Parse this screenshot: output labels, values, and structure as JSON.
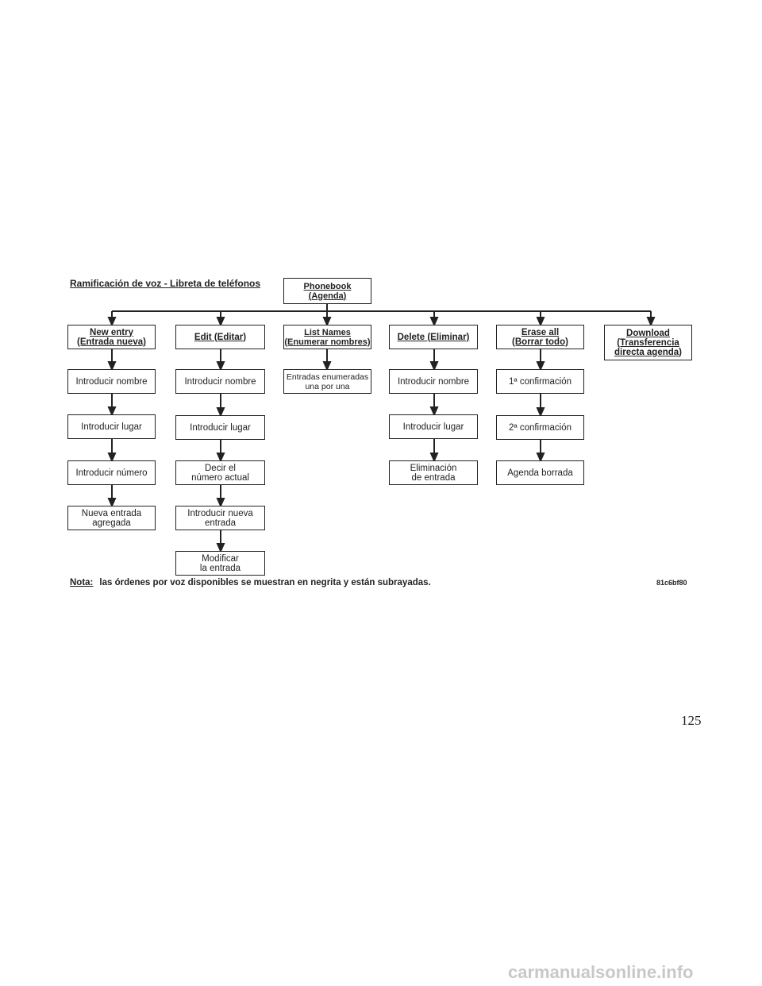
{
  "title": "Ramificación de voz - Libreta de teléfonos",
  "root": {
    "lines": [
      "Phonebook",
      "(Agenda)"
    ]
  },
  "columns": [
    {
      "command": [
        "New entry",
        "(Entrada nueva)"
      ],
      "steps": [
        [
          "Introducir nombre"
        ],
        [
          "Introducir lugar"
        ],
        [
          "Introducir número"
        ],
        [
          "Nueva entrada",
          "agregada"
        ]
      ]
    },
    {
      "command": [
        "Edit (Editar)"
      ],
      "steps": [
        [
          "Introducir nombre"
        ],
        [
          "Introducir lugar"
        ],
        [
          "Decir el",
          "número actual"
        ],
        [
          "Introducir nueva",
          "entrada"
        ],
        [
          "Modificar",
          "la entrada"
        ]
      ]
    },
    {
      "command": [
        "List Names",
        "(Enumerar nombres)"
      ],
      "steps": [
        [
          "Entradas enumeradas",
          "una por una"
        ]
      ]
    },
    {
      "command": [
        "Delete (Eliminar)"
      ],
      "steps": [
        [
          "Introducir nombre"
        ],
        [
          "Introducir lugar"
        ],
        [
          "Eliminación",
          "de entrada"
        ]
      ]
    },
    {
      "command": [
        "Erase all",
        "(Borrar todo)"
      ],
      "steps": [
        [
          "1ª confirmación"
        ],
        [
          "2ª confirmación"
        ],
        [
          "Agenda borrada"
        ]
      ]
    },
    {
      "command": [
        "Download",
        "(Transferencia",
        "directa agenda)"
      ],
      "steps": []
    }
  ],
  "note": {
    "label": "Nota:",
    "text": "las órdenes por voz disponibles se muestran en negrita y están subrayadas."
  },
  "figure_code": "81c6bf80",
  "page_number": "125",
  "watermark": "carmanualsonline.info"
}
